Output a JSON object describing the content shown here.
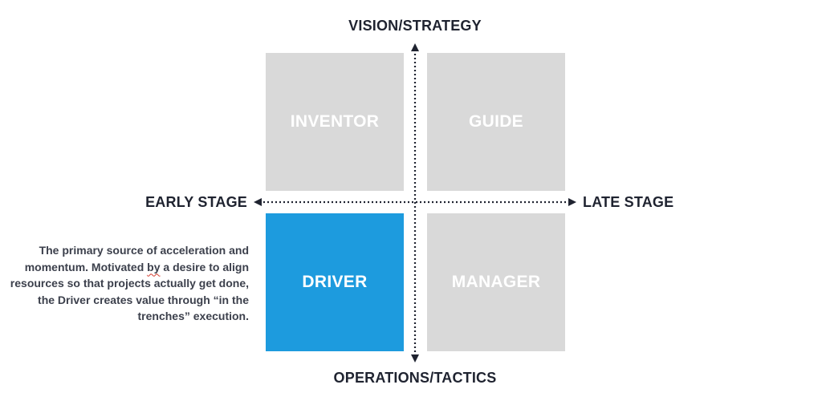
{
  "diagram": {
    "axis_top": "VISION/STRATEGY",
    "axis_bottom": "OPERATIONS/TACTICS",
    "axis_left": "EARLY STAGE",
    "axis_right": "LATE STAGE",
    "quadrants": [
      {
        "label": "INVENTOR",
        "color": "#d9d9d9",
        "highlighted": false
      },
      {
        "label": "GUIDE",
        "color": "#d9d9d9",
        "highlighted": false
      },
      {
        "label": "DRIVER",
        "color": "#1d9bde",
        "highlighted": true
      },
      {
        "label": "MANAGER",
        "color": "#d9d9d9",
        "highlighted": false
      }
    ],
    "axis_color": "#1f2330"
  },
  "description": {
    "part1": "The primary source of acceleration and momentum. Motivated ",
    "squiggle_word": "by",
    "part2": " a desire to align resources so that projects actually get done, the Driver creates value through “in the trenches” execution."
  }
}
